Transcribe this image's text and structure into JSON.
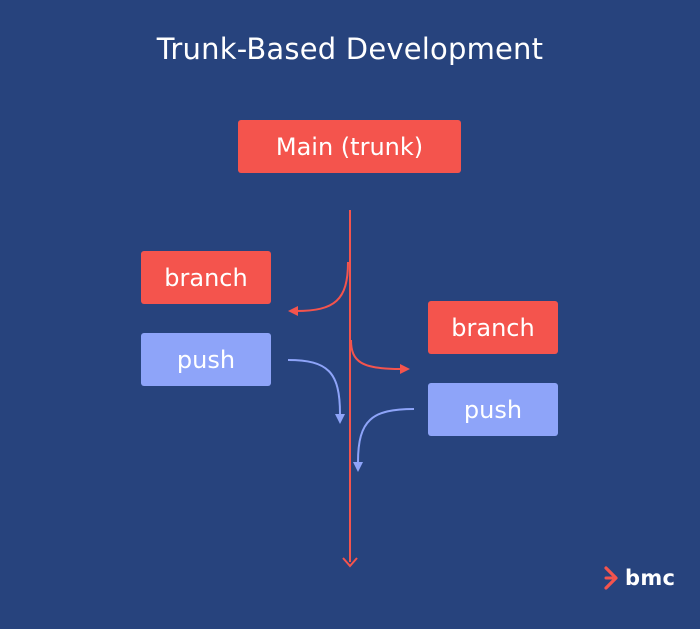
{
  "diagram": {
    "title": "Trunk-Based Development",
    "main_label": "Main (trunk)",
    "branch_left_label": "branch",
    "push_left_label": "push",
    "branch_right_label": "branch",
    "push_right_label": "push"
  },
  "logo": {
    "text": "bmc",
    "icon": "bmc-chevron-icon"
  },
  "colors": {
    "background": "#27437d",
    "branch": "#f4544d",
    "push": "#8ea4f9",
    "trunk_line": "#f4544d",
    "push_line": "#8ea4f9"
  }
}
